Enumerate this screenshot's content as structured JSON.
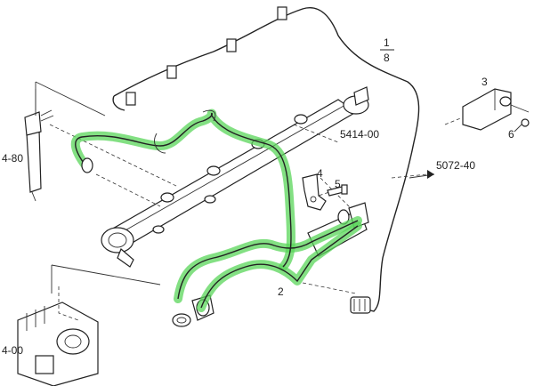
{
  "diagram": {
    "labels": {
      "part_1_num": "1",
      "part_1_denom": "8",
      "part_2": "2",
      "part_3": "3",
      "part_4": "4",
      "part_5": "5",
      "part_6": "6",
      "ref_fuel_rail": "5414-00",
      "ref_return_line": "5072-40",
      "ref_injector": "4-80",
      "ref_pump": "4-00"
    },
    "colors": {
      "highlight": "#5ad65a",
      "line": "#222222",
      "background": "#ffffff"
    }
  }
}
